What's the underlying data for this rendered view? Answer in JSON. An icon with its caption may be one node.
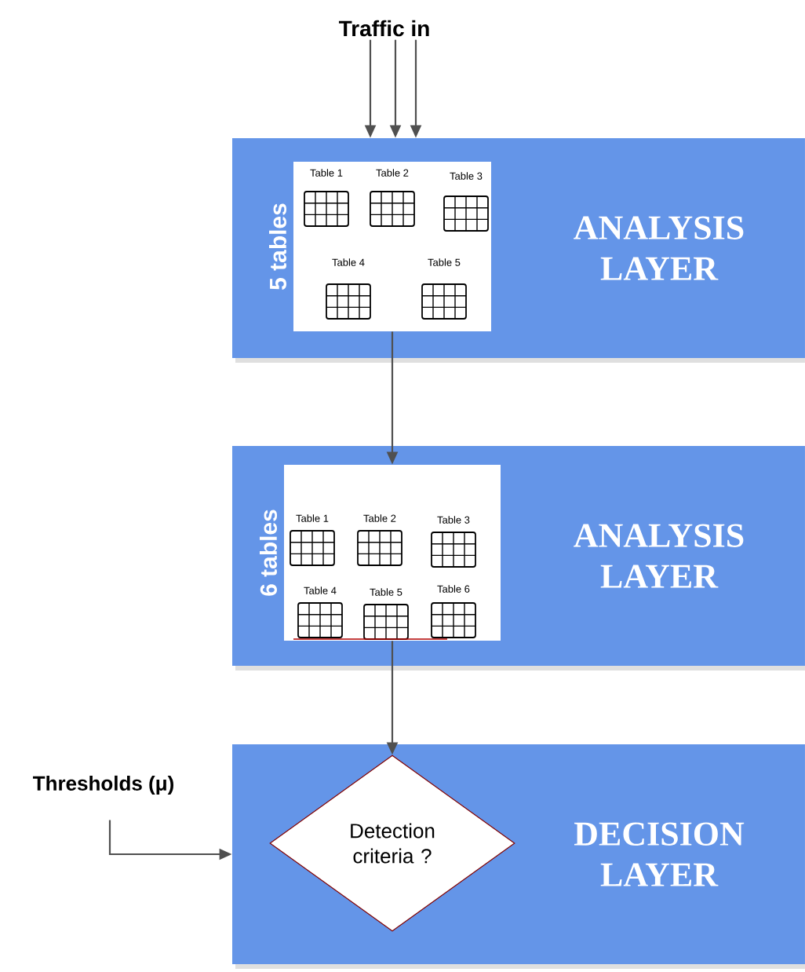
{
  "diagram": {
    "nodes": [
      {
        "text": [
          "Traffic in"
        ]
      },
      {
        "text": [
          "ANALYSIS LAYER"
        ]
      },
      {
        "text": [
          "5 tables",
          "Table 1",
          "Table 2",
          "Table 3",
          "Table 4",
          "Table 5"
        ],
        "in": 1
      },
      {
        "text": [
          "ANALYSIS LAYER"
        ]
      },
      {
        "text": [
          "6 tables",
          "Table 1",
          "Table 2",
          "Table 3",
          "Table 4",
          "Table 5",
          "Table 6"
        ],
        "in": 3
      },
      {
        "text": [
          "DECISION LAYER"
        ]
      },
      {
        "text": [
          "Detection criteria ?"
        ],
        "in": 5
      },
      {
        "text": [
          "Thresholds (μ)"
        ]
      }
    ],
    "edges": [
      {
        "from": 0,
        "to": 1,
        "arrow": "to"
      },
      {
        "from": 0,
        "to": 1,
        "arrow": "to"
      },
      {
        "from": 0,
        "to": 1,
        "arrow": "to"
      },
      {
        "from": 2,
        "to": 4,
        "arrow": "to"
      },
      {
        "from": 4,
        "to": 6,
        "arrow": "to"
      },
      {
        "from": 7,
        "to": 5,
        "arrow": "to"
      }
    ]
  }
}
